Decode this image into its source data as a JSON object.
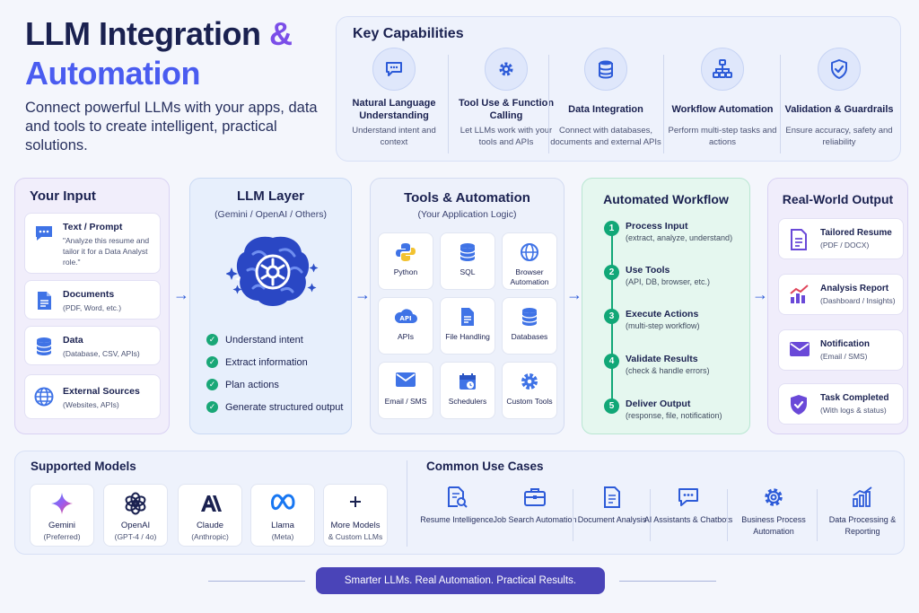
{
  "hero": {
    "title_line1": "LLM Integration",
    "title_amp": "&",
    "title_line2": "Automation",
    "subtitle": "Connect powerful LLMs with your apps, data and tools to create intelligent, practical solutions."
  },
  "key_capabilities": {
    "title": "Key Capabilities",
    "items": [
      {
        "icon": "chat-icon",
        "title": "Natural Language Understanding",
        "desc": "Understand intent and context"
      },
      {
        "icon": "gear-icon",
        "title": "Tool Use & Function Calling",
        "desc": "Let LLMs work with your tools and APIs"
      },
      {
        "icon": "database-icon",
        "title": "Data Integration",
        "desc": "Connect with databases, documents and external APIs"
      },
      {
        "icon": "workflow-icon",
        "title": "Workflow Automation",
        "desc": "Perform multi-step tasks and actions"
      },
      {
        "icon": "shield-check-icon",
        "title": "Validation & Guardrails",
        "desc": "Ensure accuracy, safety and reliability"
      }
    ]
  },
  "your_input": {
    "title": "Your Input",
    "items": [
      {
        "icon": "chat-icon",
        "title": "Text / Prompt",
        "desc": "\"Analyze this resume and tailor it for a Data Analyst role.\""
      },
      {
        "icon": "document-icon",
        "title": "Documents",
        "desc": "(PDF, Word, etc.)"
      },
      {
        "icon": "database-icon",
        "title": "Data",
        "desc": "(Database, CSV, APIs)"
      },
      {
        "icon": "globe-icon",
        "title": "External Sources",
        "desc": "(Websites, APIs)"
      }
    ]
  },
  "llm_layer": {
    "title": "LLM Layer",
    "subtitle": "(Gemini / OpenAI / Others)",
    "checks": [
      "Understand intent",
      "Extract information",
      "Plan actions",
      "Generate structured output"
    ]
  },
  "tools": {
    "title": "Tools & Automation",
    "subtitle": "(Your Application Logic)",
    "items": [
      {
        "icon": "python-icon",
        "label": "Python"
      },
      {
        "icon": "database-icon",
        "label": "SQL"
      },
      {
        "icon": "globe-icon",
        "label": "Browser Automation"
      },
      {
        "icon": "api-cloud-icon",
        "label": "APIs"
      },
      {
        "icon": "document-icon",
        "label": "File Handling"
      },
      {
        "icon": "database-icon",
        "label": "Databases"
      },
      {
        "icon": "mail-icon",
        "label": "Email / SMS"
      },
      {
        "icon": "calendar-icon",
        "label": "Schedulers"
      },
      {
        "icon": "gear-icon",
        "label": "Custom Tools"
      }
    ]
  },
  "workflow": {
    "title": "Automated Workflow",
    "steps": [
      {
        "num": "1",
        "title": "Process Input",
        "desc": "(extract, analyze, understand)"
      },
      {
        "num": "2",
        "title": "Use Tools",
        "desc": "(API, DB, browser, etc.)"
      },
      {
        "num": "3",
        "title": "Execute Actions",
        "desc": "(multi-step workflow)"
      },
      {
        "num": "4",
        "title": "Validate Results",
        "desc": "(check & handle errors)"
      },
      {
        "num": "5",
        "title": "Deliver Output",
        "desc": "(response, file, notification)"
      }
    ]
  },
  "output": {
    "title": "Real-World Output",
    "items": [
      {
        "icon": "document-icon",
        "title": "Tailored Resume",
        "desc": "(PDF / DOCX)"
      },
      {
        "icon": "chart-icon",
        "title": "Analysis Report",
        "desc": "(Dashboard / Insights)"
      },
      {
        "icon": "mail-icon",
        "title": "Notification",
        "desc": "(Email / SMS)"
      },
      {
        "icon": "shield-check-icon",
        "title": "Task Completed",
        "desc": "(With logs & status)"
      }
    ]
  },
  "supported_models": {
    "title": "Supported Models",
    "items": [
      {
        "icon": "gemini-icon",
        "name": "Gemini",
        "desc": "(Preferred)"
      },
      {
        "icon": "openai-icon",
        "name": "OpenAI",
        "desc": "(GPT-4 / 4o)"
      },
      {
        "icon": "anthropic-icon",
        "name": "Claude",
        "desc": "(Anthropic)"
      },
      {
        "icon": "meta-icon",
        "name": "Llama",
        "desc": "(Meta)"
      },
      {
        "icon": "plus-icon",
        "name": "More Models",
        "desc": "& Custom LLMs"
      }
    ]
  },
  "use_cases": {
    "title": "Common Use Cases",
    "items": [
      {
        "icon": "resume-search-icon",
        "label": "Resume Intelligence"
      },
      {
        "icon": "briefcase-icon",
        "label": "Job Search Automation"
      },
      {
        "icon": "document-icon",
        "label": "Document Analysis"
      },
      {
        "icon": "chat-icon",
        "label": "AI Assistants & Chatbots"
      },
      {
        "icon": "gear-icon",
        "label": "Business Process Automation"
      },
      {
        "icon": "chart-icon",
        "label": "Data Processing & Reporting"
      }
    ]
  },
  "banner": "Smarter LLMs. Real Automation. Practical Results.",
  "colors": {
    "primary_blue": "#2d5bd8",
    "purple": "#7b4ee8",
    "green": "#11a777",
    "navy": "#1a2150"
  }
}
